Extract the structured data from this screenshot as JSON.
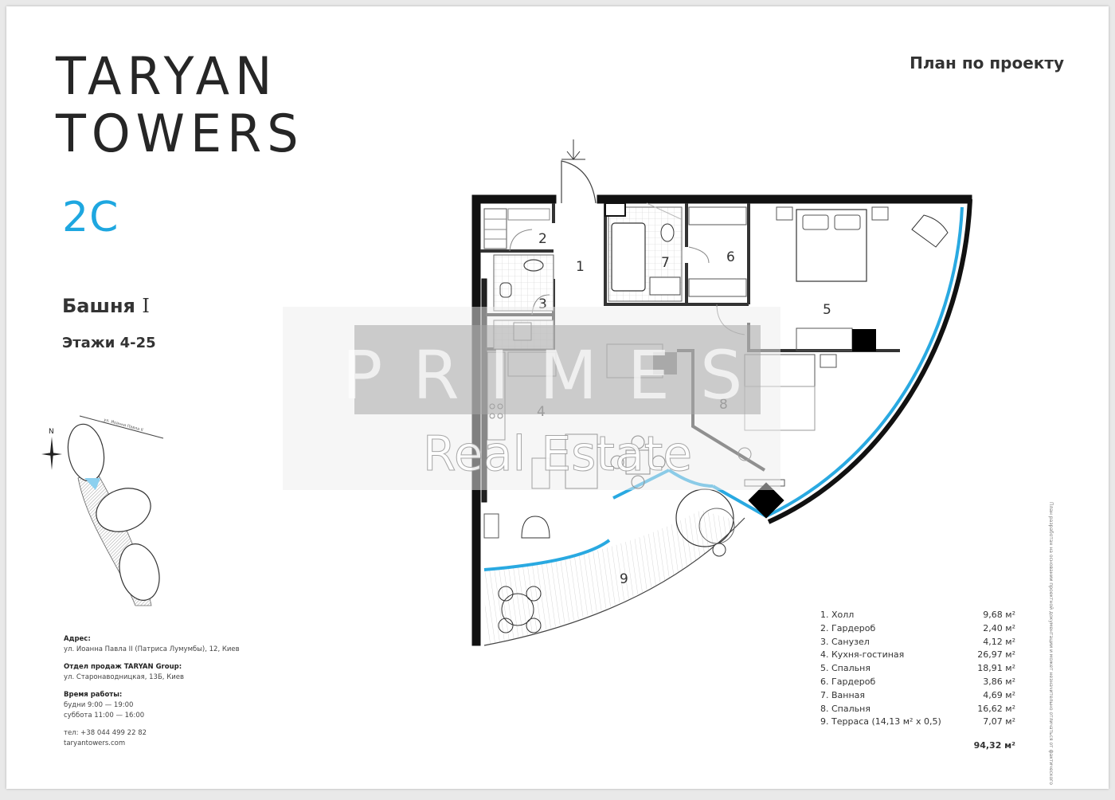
{
  "brand": {
    "line1": "TARYAN",
    "line2": "TOWERS"
  },
  "apartment_code": "2C",
  "tower": {
    "label": "Башня",
    "number": "I"
  },
  "floors": "Этажи 4-25",
  "plan_title": "План по проекту",
  "street_label": "ул. Иоанна Павла II",
  "north_label": "N",
  "watermark": {
    "top": "PRIMES",
    "bottom": "Real Estate"
  },
  "rooms": [
    {
      "num": "1",
      "name": "Холл",
      "area": "9,68 м²"
    },
    {
      "num": "2",
      "name": "Гардероб",
      "area": "2,40 м²"
    },
    {
      "num": "3",
      "name": "Санузел",
      "area": "4,12 м²"
    },
    {
      "num": "4",
      "name": "Кухня-гостиная",
      "area": "26,97 м²"
    },
    {
      "num": "5",
      "name": "Спальня",
      "area": "18,91 м²"
    },
    {
      "num": "6",
      "name": "Гардероб",
      "area": "3,86 м²"
    },
    {
      "num": "7",
      "name": "Ванная",
      "area": "4,69 м²"
    },
    {
      "num": "8",
      "name": "Спальня",
      "area": "16,62 м²"
    },
    {
      "num": "9",
      "name": "Терраса (14,13 м² х 0,5)",
      "area": "7,07 м²"
    }
  ],
  "total_area": "94,32 м²",
  "contacts": {
    "address_label": "Адрес:",
    "address": "ул. Иоанна Павла II (Патриса Лумумбы), 12, Киев",
    "sales_label": "Отдел продаж TARYAN Group:",
    "sales_address": "ул. Старонаводницкая, 13Б, Киев",
    "hours_label": "Время работы:",
    "weekdays": "будни 9:00 — 19:00",
    "saturday": "суббота 11:00 — 16:00",
    "phone": "тел: +38 044 499 22 82",
    "site": "taryantowers.com"
  },
  "disclaimer": "План разработан на основании проектной документации и может незначительно отличаться от фактического",
  "colors": {
    "accent": "#1ea7e0",
    "glass": "#29a9e1",
    "wall": "#111111"
  }
}
